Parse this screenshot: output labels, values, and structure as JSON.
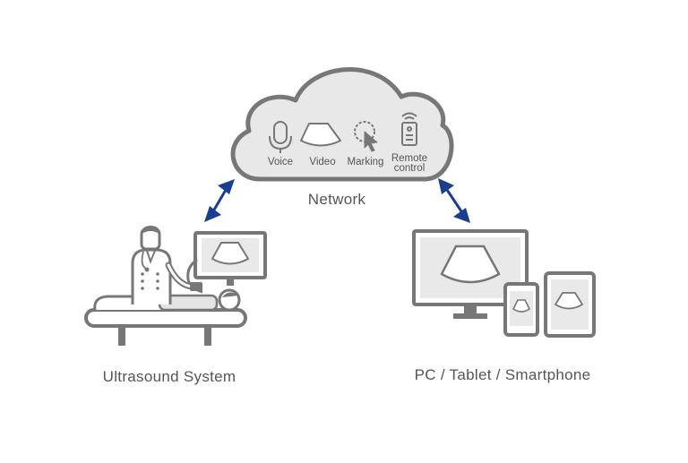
{
  "cloud": {
    "label": "Network",
    "features": [
      {
        "label": "Voice",
        "icon": "microphone-icon"
      },
      {
        "label": "Video",
        "icon": "ultrasound-image-icon"
      },
      {
        "label": "Marking",
        "icon": "cursor-marking-icon"
      },
      {
        "label_line1": "Remote",
        "label_line2": "control",
        "icon": "remote-control-icon"
      }
    ]
  },
  "left_node": {
    "label": "Ultrasound System"
  },
  "right_node": {
    "label": "PC / Tablet / Smartphone"
  },
  "colors": {
    "icon_gray": "#777777",
    "cloud_fill": "#e8e8e8",
    "arrow_blue": "#1a3f8f",
    "text_gray": "#555555"
  }
}
